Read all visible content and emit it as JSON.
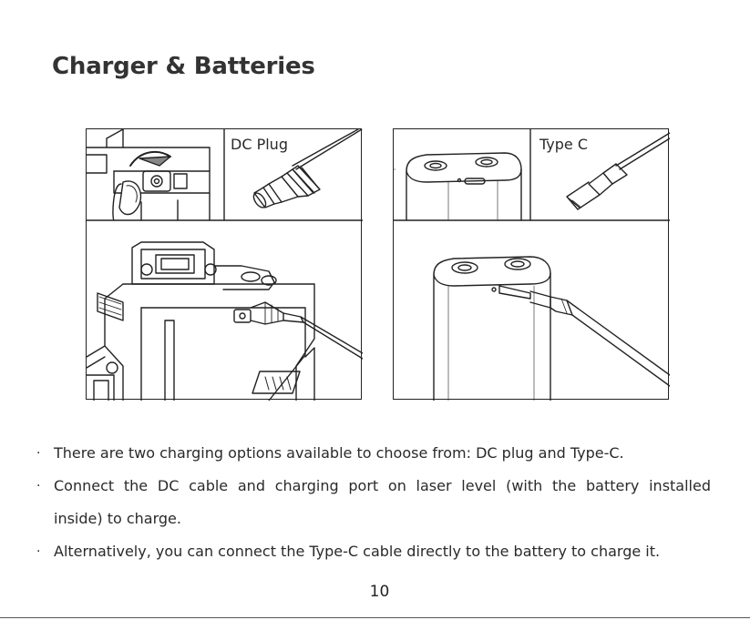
{
  "page": {
    "title": "Charger & Batteries",
    "page_number": "10"
  },
  "figures": {
    "left": {
      "label": "DC Plug"
    },
    "right": {
      "label": "Type C"
    }
  },
  "bullets": [
    {
      "marker": "·",
      "lines": [
        "There are two charging options available to choose from: DC plug and Type-C."
      ]
    },
    {
      "marker": "·",
      "lines": [
        "Connect the DC cable and charging port on laser level (with the battery installed",
        "inside) to charge."
      ]
    },
    {
      "marker": "·",
      "lines": [
        "Alternatively, you can connect the Type-C cable directly to the battery to charge it."
      ]
    }
  ]
}
